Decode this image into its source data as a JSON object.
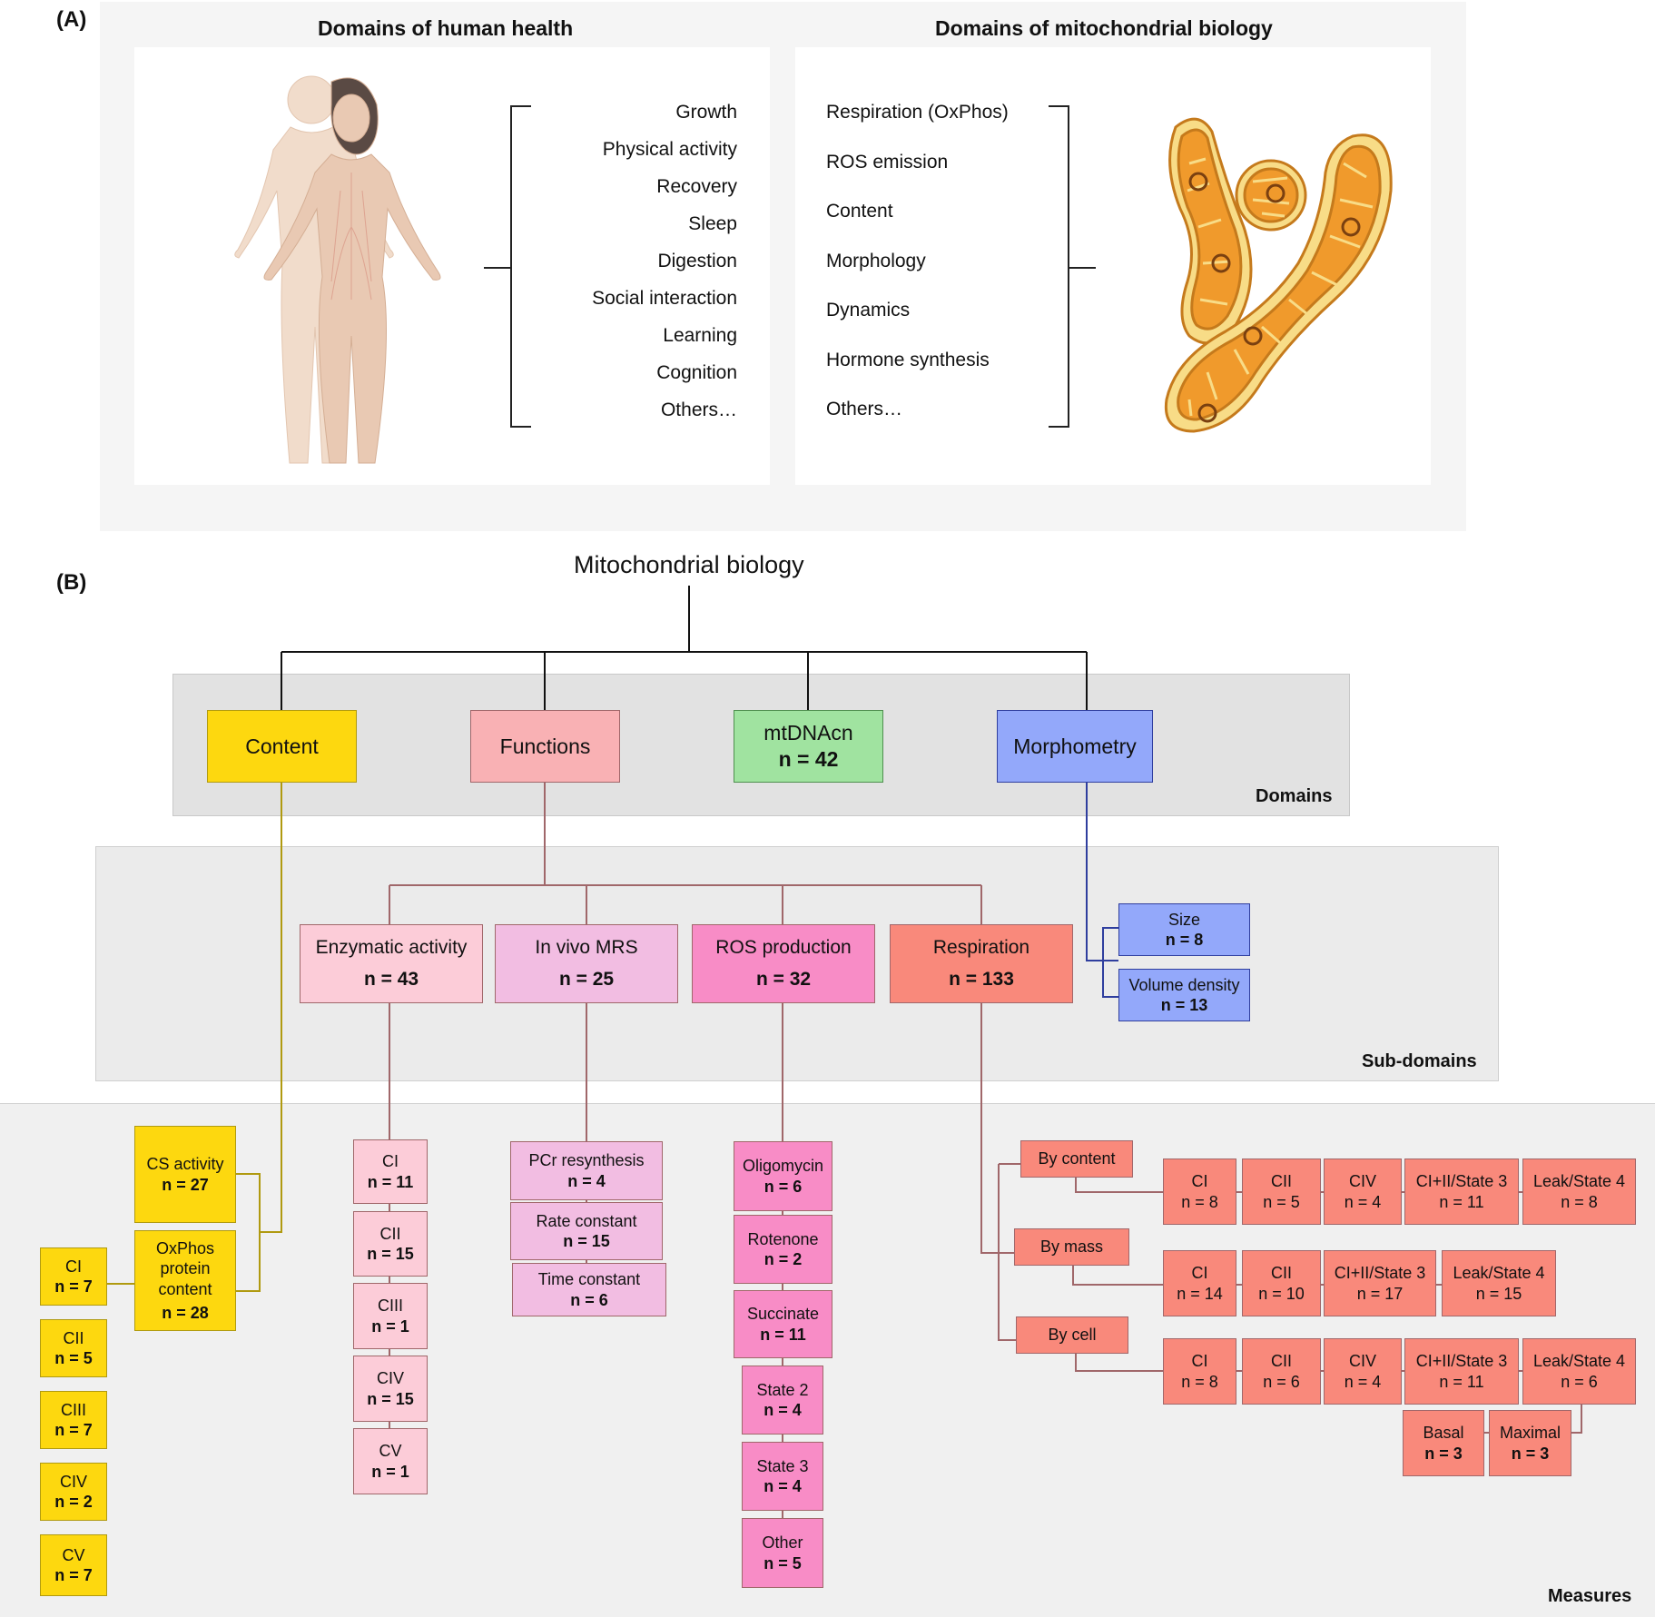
{
  "colors": {
    "content": "#fdd80f",
    "functions": "#f9b1b4",
    "mtdna": "#a0e3a0",
    "morphometry": "#93a8fa",
    "enzymatic": "#fcccd8",
    "mrs": "#f2bde2",
    "ros": "#f88cc6",
    "respiration": "#f9897b",
    "content_line": "#b09a10",
    "functions_line": "#a0676a",
    "morph_line": "#2f3e9e"
  },
  "panelA": {
    "label": "(A)",
    "left_title": "Domains of human health",
    "right_title": "Domains of mitochondrial biology",
    "health_items": [
      "Growth",
      "Physical activity",
      "Recovery",
      "Sleep",
      "Digestion",
      "Social interaction",
      "Learning",
      "Cognition",
      "Others…"
    ],
    "mito_items": [
      "Respiration (OxPhos)",
      "ROS emission",
      "Content",
      "Morphology",
      "Dynamics",
      "Hormone synthesis",
      "Others…"
    ],
    "human_icon": "human-body-icon",
    "mito_icon": "mitochondria-icon"
  },
  "panelB": {
    "label": "(B)",
    "root": "Mitochondrial biology",
    "bands": {
      "domains": "Domains",
      "subdomains": "Sub-domains",
      "measures": "Measures"
    },
    "domains": {
      "content": {
        "label": "Content"
      },
      "functions": {
        "label": "Functions"
      },
      "mtdna": {
        "label": "mtDNAcn",
        "n": "n = 42"
      },
      "morphometry": {
        "label": "Morphometry"
      }
    },
    "subdomains": {
      "enzymatic": {
        "label": "Enzymatic activity",
        "n": "n = 43"
      },
      "mrs": {
        "label": "In vivo MRS",
        "n": "n = 25"
      },
      "ros": {
        "label": "ROS production",
        "n": "n = 32"
      },
      "respiration": {
        "label": "Respiration",
        "n": "n = 133"
      },
      "size": {
        "label": "Size",
        "n": "n = 8"
      },
      "volume": {
        "label": "Volume density",
        "n": "n = 13"
      }
    },
    "content_measures": {
      "cs": {
        "label": "CS activity",
        "n": "n = 27"
      },
      "oxphos": {
        "label": "OxPhos protein content",
        "n": "n = 28"
      },
      "complexes": [
        {
          "label": "CI",
          "n": "n = 7"
        },
        {
          "label": "CII",
          "n": "n = 5"
        },
        {
          "label": "CIII",
          "n": "n = 7"
        },
        {
          "label": "CIV",
          "n": "n = 2"
        },
        {
          "label": "CV",
          "n": "n = 7"
        }
      ]
    },
    "enzymatic_measures": [
      {
        "label": "CI",
        "n": "n = 11"
      },
      {
        "label": "CII",
        "n": "n = 15"
      },
      {
        "label": "CIII",
        "n": "n = 1"
      },
      {
        "label": "CIV",
        "n": "n = 15"
      },
      {
        "label": "CV",
        "n": "n = 1"
      }
    ],
    "mrs_measures": [
      {
        "label": "PCr resynthesis",
        "n": "n = 4"
      },
      {
        "label": "Rate constant",
        "n": "n = 15"
      },
      {
        "label": "Time constant",
        "n": "n = 6"
      }
    ],
    "ros_measures": [
      {
        "label": "Oligomycin",
        "n": "n = 6"
      },
      {
        "label": "Rotenone",
        "n": "n = 2"
      },
      {
        "label": "Succinate",
        "n": "n = 11"
      },
      {
        "label": "State 2",
        "n": "n = 4"
      },
      {
        "label": "State 3",
        "n": "n = 4"
      },
      {
        "label": "Other",
        "n": "n = 5"
      }
    ],
    "respiration_measures": {
      "by_content": {
        "label": "By content",
        "items": [
          {
            "label": "CI",
            "n": "n = 8"
          },
          {
            "label": "CII",
            "n": "n = 5"
          },
          {
            "label": "CIV",
            "n": "n = 4"
          },
          {
            "label": "CI+II/State 3",
            "n": "n = 11"
          },
          {
            "label": "Leak/State 4",
            "n": "n = 8"
          }
        ]
      },
      "by_mass": {
        "label": "By mass",
        "items": [
          {
            "label": "CI",
            "n": "n = 14"
          },
          {
            "label": "CII",
            "n": "n = 10"
          },
          {
            "label": "CI+II/State 3",
            "n": "n = 17"
          },
          {
            "label": "Leak/State 4",
            "n": "n = 15"
          }
        ]
      },
      "by_cell": {
        "label": "By cell",
        "items": [
          {
            "label": "CI",
            "n": "n = 8"
          },
          {
            "label": "CII",
            "n": "n = 6"
          },
          {
            "label": "CIV",
            "n": "n = 4"
          },
          {
            "label": "CI+II/State 3",
            "n": "n = 11"
          },
          {
            "label": "Leak/State 4",
            "n": "n = 6"
          }
        ],
        "extra": [
          {
            "label": "Basal",
            "n": "n = 3"
          },
          {
            "label": "Maximal",
            "n": "n = 3"
          }
        ]
      }
    }
  }
}
